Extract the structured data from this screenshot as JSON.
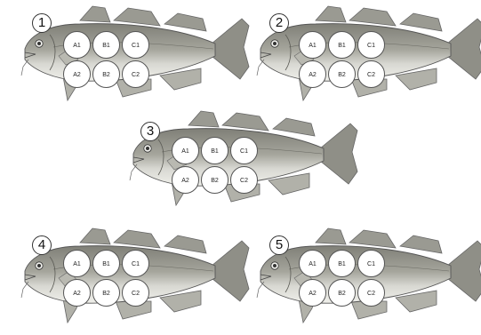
{
  "panels": [
    {
      "number": "1",
      "sites": [
        "A1",
        "B1",
        "C1",
        "A2",
        "B2",
        "C2"
      ]
    },
    {
      "number": "2",
      "sites": [
        "A1",
        "B1",
        "C1",
        "A2",
        "B2",
        "C2"
      ]
    },
    {
      "number": "3",
      "sites": [
        "A1",
        "B1",
        "C1",
        "A2",
        "B2",
        "C2"
      ]
    },
    {
      "number": "4",
      "sites": [
        "A1",
        "B1",
        "C1",
        "A2",
        "B2",
        "C2"
      ]
    },
    {
      "number": "5",
      "sites": [
        "A1",
        "B1",
        "C1",
        "A2",
        "B2",
        "C2"
      ]
    }
  ],
  "colors": {
    "fish_back": "#8c8c84",
    "fish_belly": "#e6e6e0",
    "fin": "#9a9a92",
    "outline": "#555555"
  },
  "icon": "cod-fish-illustration"
}
